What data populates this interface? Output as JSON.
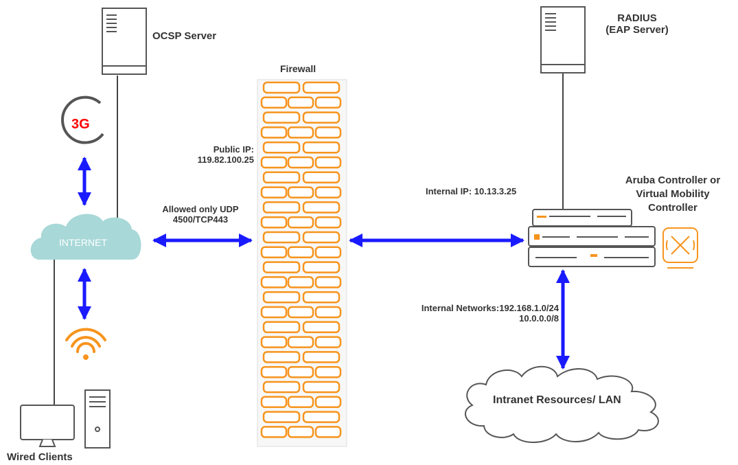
{
  "nodes": {
    "ocsp_server": "OCSP Server",
    "radius_line1": "RADIUS",
    "radius_line2": "(EAP Server)",
    "firewall": "Firewall",
    "internet": "INTERNET",
    "cellular": "3G",
    "controller_line1": "Aruba Controller or",
    "controller_line2": "Virtual Mobility",
    "controller_line3": "Controller",
    "wired_clients": "Wired Clients",
    "intranet": "Intranet Resources/ LAN"
  },
  "labels": {
    "public_ip_line1": "Public IP:",
    "public_ip_line2": "119.82.100.25",
    "allowed_line1": "Allowed only UDP",
    "allowed_line2": "4500/TCP443",
    "internal_ip": "Internal IP: 10.13.3.25",
    "internal_networks_line1": "Internal Networks:192.168.1.0/24",
    "internal_networks_line2": "10.0.0.0/8"
  },
  "colors": {
    "arrow": "#1a1aff",
    "brick": "#f7941d",
    "cloud": "#a8d8d8",
    "cellular_text": "#ff0000",
    "text": "#333333"
  }
}
